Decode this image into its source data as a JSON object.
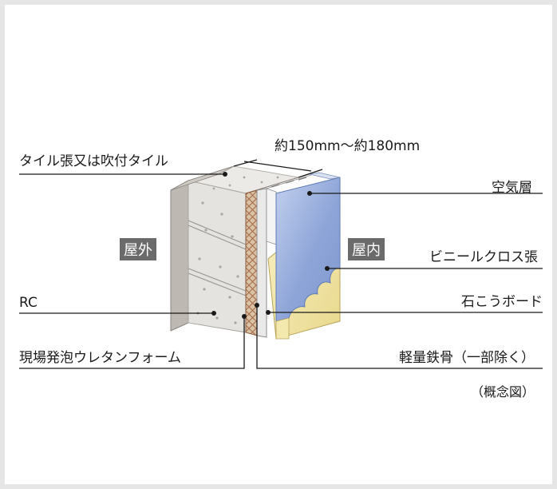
{
  "dimension": "約150mm〜約180mm",
  "labels": {
    "tile": "タイル張又は吹付タイル",
    "rc": "RC",
    "foam": "現場発泡ウレタンフォーム",
    "air_layer": "空気層",
    "vinyl_cloth": "ビニールクロス張",
    "gypsum": "石こうボード",
    "steel_frame": "軽量鉄骨（一部除く）"
  },
  "tags": {
    "outside": "屋外",
    "inside": "屋内"
  },
  "caption": "（概念図）",
  "colors": {
    "tag_bg": "#6b6b6b",
    "concrete": "#e6e6e3",
    "tile": "#bfbab4",
    "foam": "#d8c0a6",
    "foam_hatch": "#a66a4a",
    "board": "#f2e6a6",
    "cloth": "#8fa6d8"
  }
}
